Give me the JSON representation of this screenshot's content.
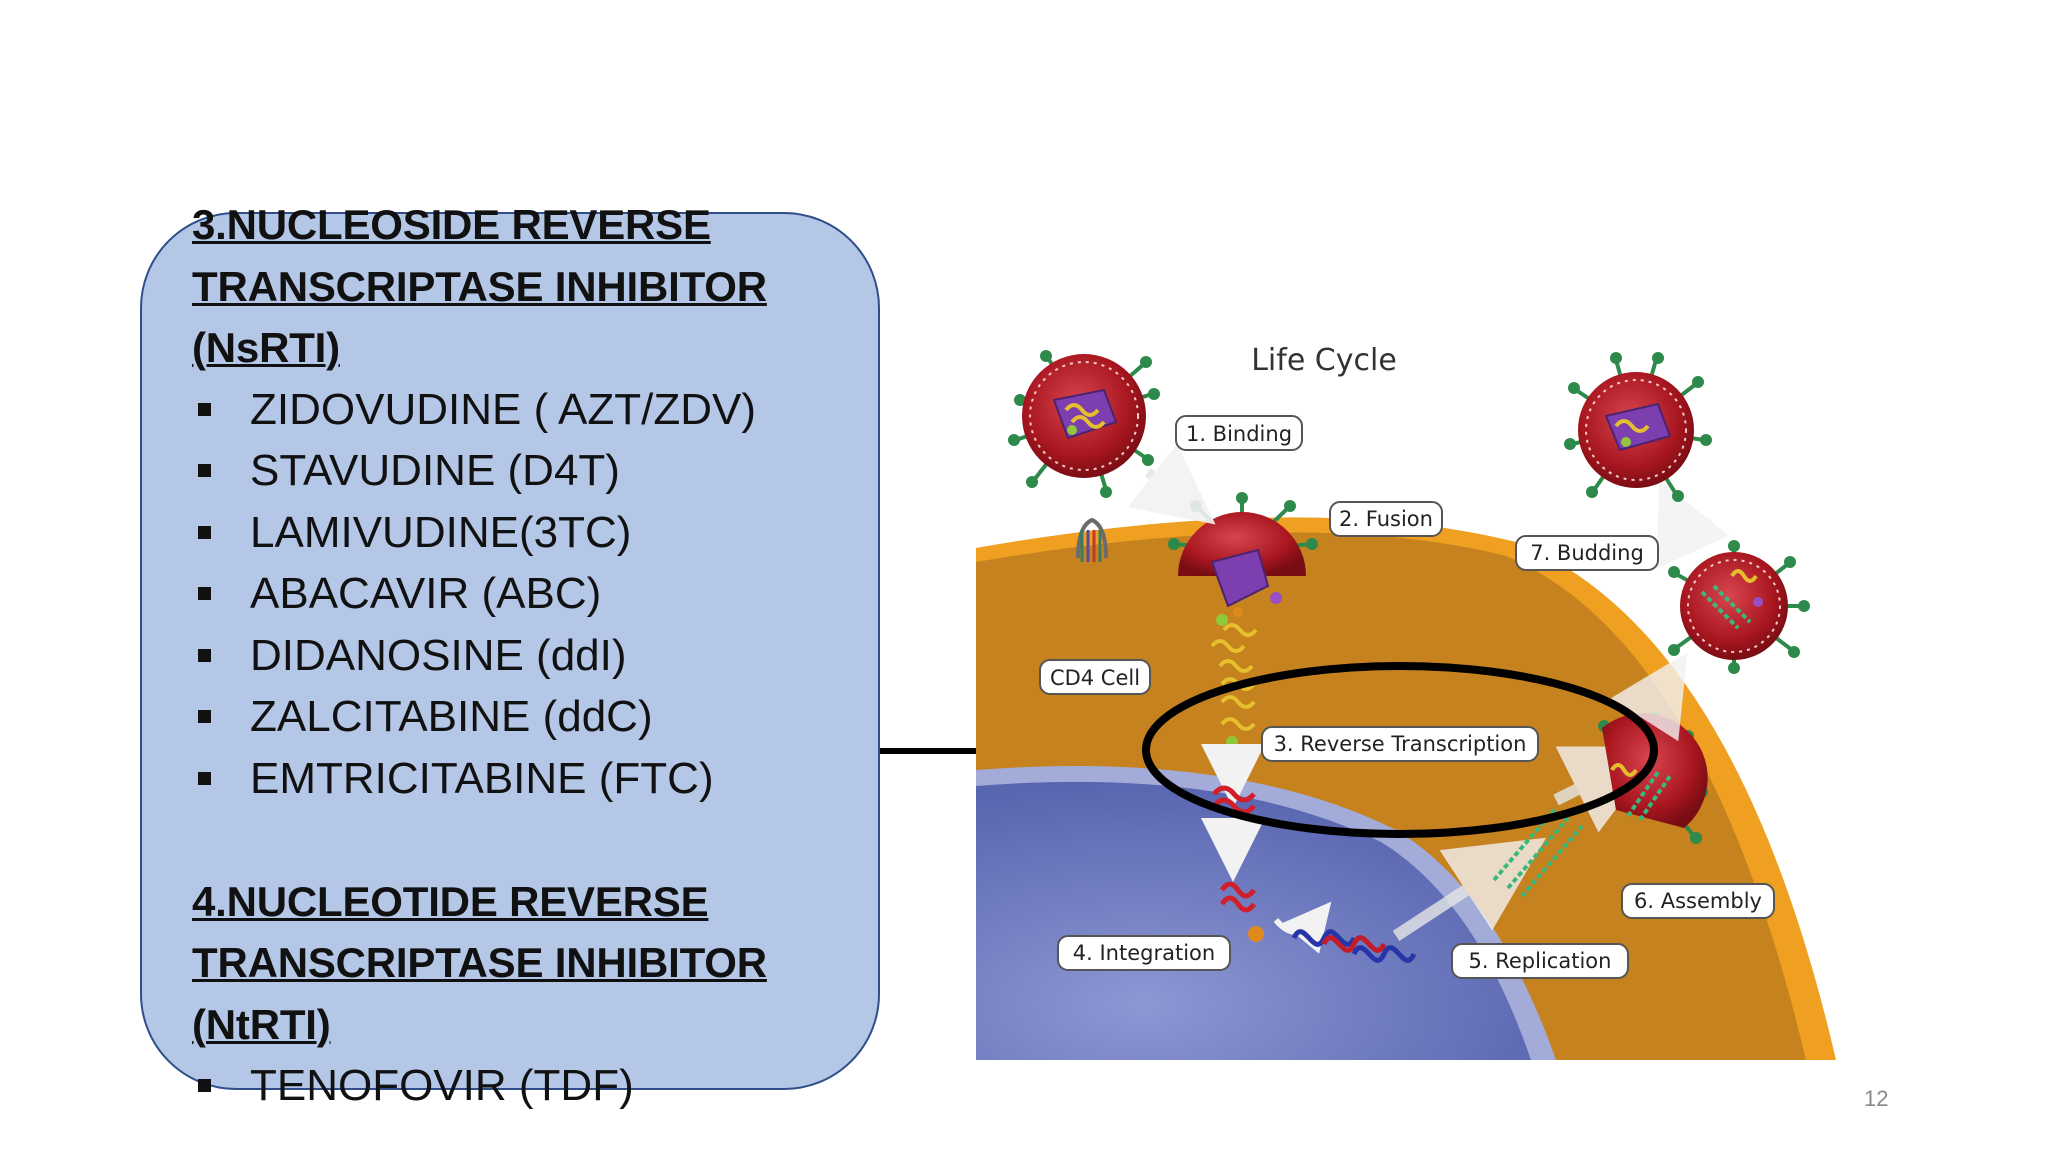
{
  "slide": {
    "page_number": "12"
  },
  "drug_box": {
    "section3": {
      "heading_lines": [
        "3.NUCLEOSIDE REVERSE",
        "TRANSCRIPTASE INHIBITOR",
        "(NsRTI)"
      ],
      "drugs": [
        "ZIDOVUDINE ( AZT/ZDV)",
        "STAVUDINE (D4T)",
        "LAMIVUDINE(3TC)",
        "ABACAVIR (ABC)",
        "DIDANOSINE (ddI)",
        "ZALCITABINE (ddC)",
        "EMTRICITABINE (FTC)"
      ]
    },
    "section4": {
      "heading_lines": [
        "4.NUCLEOTIDE REVERSE",
        "TRANSCRIPTASE INHIBITOR",
        "(NtRTI)"
      ],
      "drugs": [
        "TENOFOVIR (TDF)"
      ]
    }
  },
  "diagram": {
    "title": "Life Cycle",
    "cell_label": "CD4 Cell",
    "steps": [
      "1. Binding",
      "2. Fusion",
      "3. Reverse Transcription",
      "4. Integration",
      "5. Replication",
      "6. Assembly",
      "7. Budding"
    ],
    "colors": {
      "cytoplasm": "#c7841f",
      "membrane": "#f0a020",
      "nucleus": "#6b79c2",
      "virus": "#b0202a",
      "spike": "#2d8a4a",
      "highlight_ellipse": "#000000"
    }
  },
  "colors": {
    "box_fill": "#b4c7e7",
    "box_border": "#2f4e8a",
    "text": "#111111"
  }
}
